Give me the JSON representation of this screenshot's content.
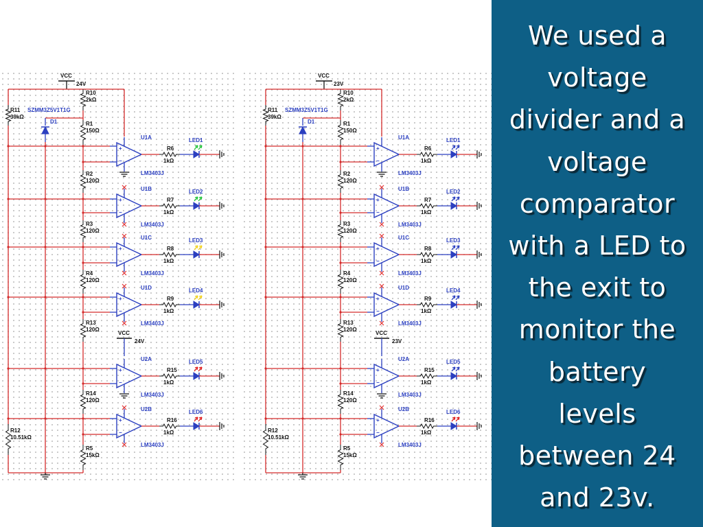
{
  "slide": {
    "text_lines": [
      "We used a",
      "voltage",
      "divider and a",
      "voltage",
      "comparator",
      "with a LED to",
      "the exit to",
      "monitor the",
      "battery",
      "levels",
      "between 24",
      "and 23v."
    ],
    "panel_color": "#0e5f86"
  },
  "colors": {
    "wire_red": "#d42a2a",
    "component_blue": "#2b3fc0",
    "text_black": "#111111"
  },
  "circuits": [
    {
      "id": "circuit-24v",
      "vcc_label": "VCC",
      "vcc_value": "24V",
      "zener": {
        "ref": "D1",
        "part": "SZMM3Z5V1T1G"
      },
      "r11": {
        "ref": "R11",
        "value": "39kΩ"
      },
      "r12": {
        "ref": "R12",
        "value": "10.51kΩ"
      },
      "ladder": [
        {
          "ref": "R10",
          "value": "2kΩ"
        },
        {
          "ref": "R1",
          "value": "150Ω"
        },
        {
          "ref": "R2",
          "value": "120Ω"
        },
        {
          "ref": "R3",
          "value": "120Ω"
        },
        {
          "ref": "R4",
          "value": "120Ω"
        },
        {
          "ref": "R13",
          "value": "120Ω"
        },
        {
          "ref": "R14",
          "value": "120Ω"
        },
        {
          "ref": "R5",
          "value": "15kΩ"
        }
      ],
      "vcc2_label": "VCC",
      "vcc2_value": "24V",
      "stages": [
        {
          "opamp": "U1A",
          "part": "LM3403J",
          "res_ref": "R6",
          "res_value": "1kΩ",
          "led": "LED1",
          "led_color": "#22c43a",
          "lit": true
        },
        {
          "opamp": "U1B",
          "part": "LM3403J",
          "res_ref": "R7",
          "res_value": "1kΩ",
          "led": "LED2",
          "led_color": "#22c43a",
          "lit": true
        },
        {
          "opamp": "U1C",
          "part": "LM3403J",
          "res_ref": "R8",
          "res_value": "1kΩ",
          "led": "LED3",
          "led_color": "#f2d21e",
          "lit": true
        },
        {
          "opamp": "U1D",
          "part": "LM3403J",
          "res_ref": "R9",
          "res_value": "1kΩ",
          "led": "LED4",
          "led_color": "#f2d21e",
          "lit": true
        },
        {
          "opamp": "U2A",
          "part": "LM3403J",
          "res_ref": "R15",
          "res_value": "1kΩ",
          "led": "LED5",
          "led_color": "#e02020",
          "lit": true
        },
        {
          "opamp": "U2B",
          "part": "LM3403J",
          "res_ref": "R16",
          "res_value": "1kΩ",
          "led": "LED6",
          "led_color": "#e02020",
          "lit": true
        }
      ]
    },
    {
      "id": "circuit-23v",
      "vcc_label": "VCC",
      "vcc_value": "23V",
      "zener": {
        "ref": "D1",
        "part": "SZMM3Z5V1T1G"
      },
      "r11": {
        "ref": "R11",
        "value": "39kΩ"
      },
      "r12": {
        "ref": "R12",
        "value": "10.51kΩ"
      },
      "ladder": [
        {
          "ref": "R10",
          "value": "2kΩ"
        },
        {
          "ref": "R1",
          "value": "150Ω"
        },
        {
          "ref": "R2",
          "value": "120Ω"
        },
        {
          "ref": "R3",
          "value": "120Ω"
        },
        {
          "ref": "R4",
          "value": "120Ω"
        },
        {
          "ref": "R13",
          "value": "120Ω"
        },
        {
          "ref": "R14",
          "value": "120Ω"
        },
        {
          "ref": "R5",
          "value": "15kΩ"
        }
      ],
      "vcc2_label": "VCC",
      "vcc2_value": "23V",
      "stages": [
        {
          "opamp": "U1A",
          "part": "LM3403J",
          "res_ref": "R6",
          "res_value": "1kΩ",
          "led": "LED1",
          "led_color": "#2b3fc0",
          "lit": false
        },
        {
          "opamp": "U1B",
          "part": "LM3403J",
          "res_ref": "R7",
          "res_value": "1kΩ",
          "led": "LED2",
          "led_color": "#2b3fc0",
          "lit": false
        },
        {
          "opamp": "U1C",
          "part": "LM3403J",
          "res_ref": "R8",
          "res_value": "1kΩ",
          "led": "LED3",
          "led_color": "#2b3fc0",
          "lit": false
        },
        {
          "opamp": "U1D",
          "part": "LM3403J",
          "res_ref": "R9",
          "res_value": "1kΩ",
          "led": "LED4",
          "led_color": "#2b3fc0",
          "lit": false
        },
        {
          "opamp": "U2A",
          "part": "LM3403J",
          "res_ref": "R15",
          "res_value": "1kΩ",
          "led": "LED5",
          "led_color": "#2b3fc0",
          "lit": false
        },
        {
          "opamp": "U2B",
          "part": "LM3403J",
          "res_ref": "R16",
          "res_value": "1kΩ",
          "led": "LED6",
          "led_color": "#e02020",
          "lit": true
        }
      ]
    }
  ]
}
